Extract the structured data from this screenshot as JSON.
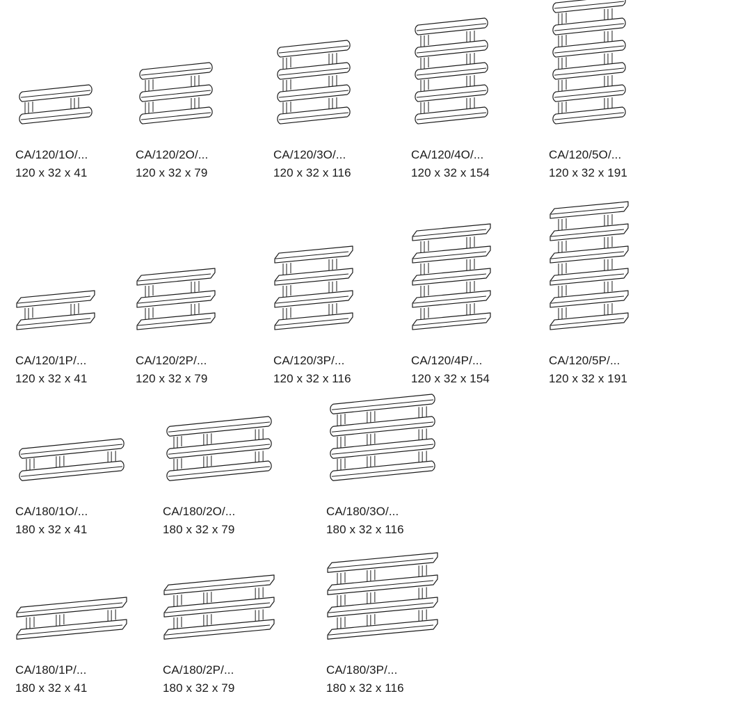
{
  "items": [
    {
      "code": "CA/120/1O/...",
      "dims": "120 x 32 x 41",
      "shape": "oval",
      "levels": 1,
      "width_cm": 120
    },
    {
      "code": "CA/120/2O/...",
      "dims": "120 x 32 x 79",
      "shape": "oval",
      "levels": 2,
      "width_cm": 120
    },
    {
      "code": "CA/120/3O/...",
      "dims": "120 x 32 x 116",
      "shape": "oval",
      "levels": 3,
      "width_cm": 120
    },
    {
      "code": "CA/120/4O/...",
      "dims": "120 x 32 x 154",
      "shape": "oval",
      "levels": 4,
      "width_cm": 120
    },
    {
      "code": "CA/120/5O/...",
      "dims": "120 x 32 x 191",
      "shape": "oval",
      "levels": 5,
      "width_cm": 120
    },
    {
      "code": "CA/120/1P/...",
      "dims": "120 x 32 x 41",
      "shape": "plank",
      "levels": 1,
      "width_cm": 120
    },
    {
      "code": "CA/120/2P/...",
      "dims": "120 x 32 x 79",
      "shape": "plank",
      "levels": 2,
      "width_cm": 120
    },
    {
      "code": "CA/120/3P/...",
      "dims": "120 x 32 x 116",
      "shape": "plank",
      "levels": 3,
      "width_cm": 120
    },
    {
      "code": "CA/120/4P/...",
      "dims": "120 x 32 x 154",
      "shape": "plank",
      "levels": 4,
      "width_cm": 120
    },
    {
      "code": "CA/120/5P/...",
      "dims": "120 x 32 x 191",
      "shape": "plank",
      "levels": 5,
      "width_cm": 120
    },
    {
      "code": "CA/180/1O/...",
      "dims": "180 x 32 x 41",
      "shape": "oval",
      "levels": 1,
      "width_cm": 180
    },
    {
      "code": "CA/180/2O/...",
      "dims": "180 x 32 x 79",
      "shape": "oval",
      "levels": 2,
      "width_cm": 180
    },
    {
      "code": "CA/180/3O/...",
      "dims": "180 x 32 x 116",
      "shape": "oval",
      "levels": 3,
      "width_cm": 180
    },
    {
      "code": "CA/180/1P/...",
      "dims": "180 x 32 x 41",
      "shape": "plank",
      "levels": 1,
      "width_cm": 180
    },
    {
      "code": "CA/180/2P/...",
      "dims": "180 x 32 x 79",
      "shape": "plank",
      "levels": 2,
      "width_cm": 180
    },
    {
      "code": "CA/180/3P/...",
      "dims": "180 x 32 x 116",
      "shape": "plank",
      "levels": 3,
      "width_cm": 180
    }
  ]
}
